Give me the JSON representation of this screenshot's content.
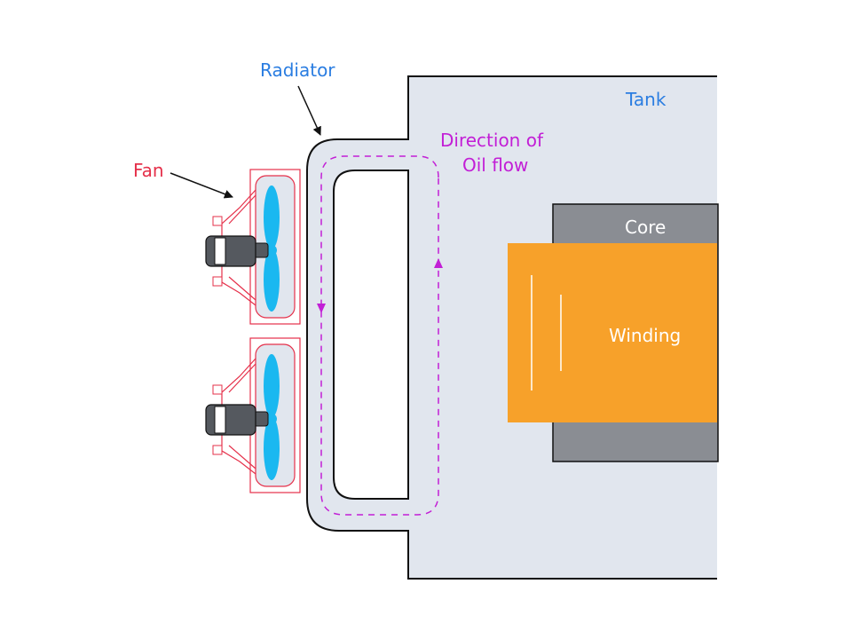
{
  "labels": {
    "radiator": "Radiator",
    "tank": "Tank",
    "fan": "Fan",
    "direction_line1": "Direction of",
    "direction_line2": "Oil flow",
    "core": "Core",
    "winding": "Winding"
  },
  "colors": {
    "tank_fill": "#e1e6ee",
    "outline": "#111111",
    "radiator_label": "#2a7de1",
    "tank_label": "#2a7de1",
    "fan_label": "#e5304a",
    "fan_frame": "#e5304a",
    "oil_flow": "#c21fd6",
    "core_fill": "#8a8d93",
    "winding_fill": "#f7a12a",
    "blade_fill": "#1ab8f0",
    "motor_fill": "#55595f"
  },
  "icons": {
    "fan_top": "fan-icon",
    "fan_bottom": "fan-icon",
    "pointer": "arrow-icon"
  }
}
